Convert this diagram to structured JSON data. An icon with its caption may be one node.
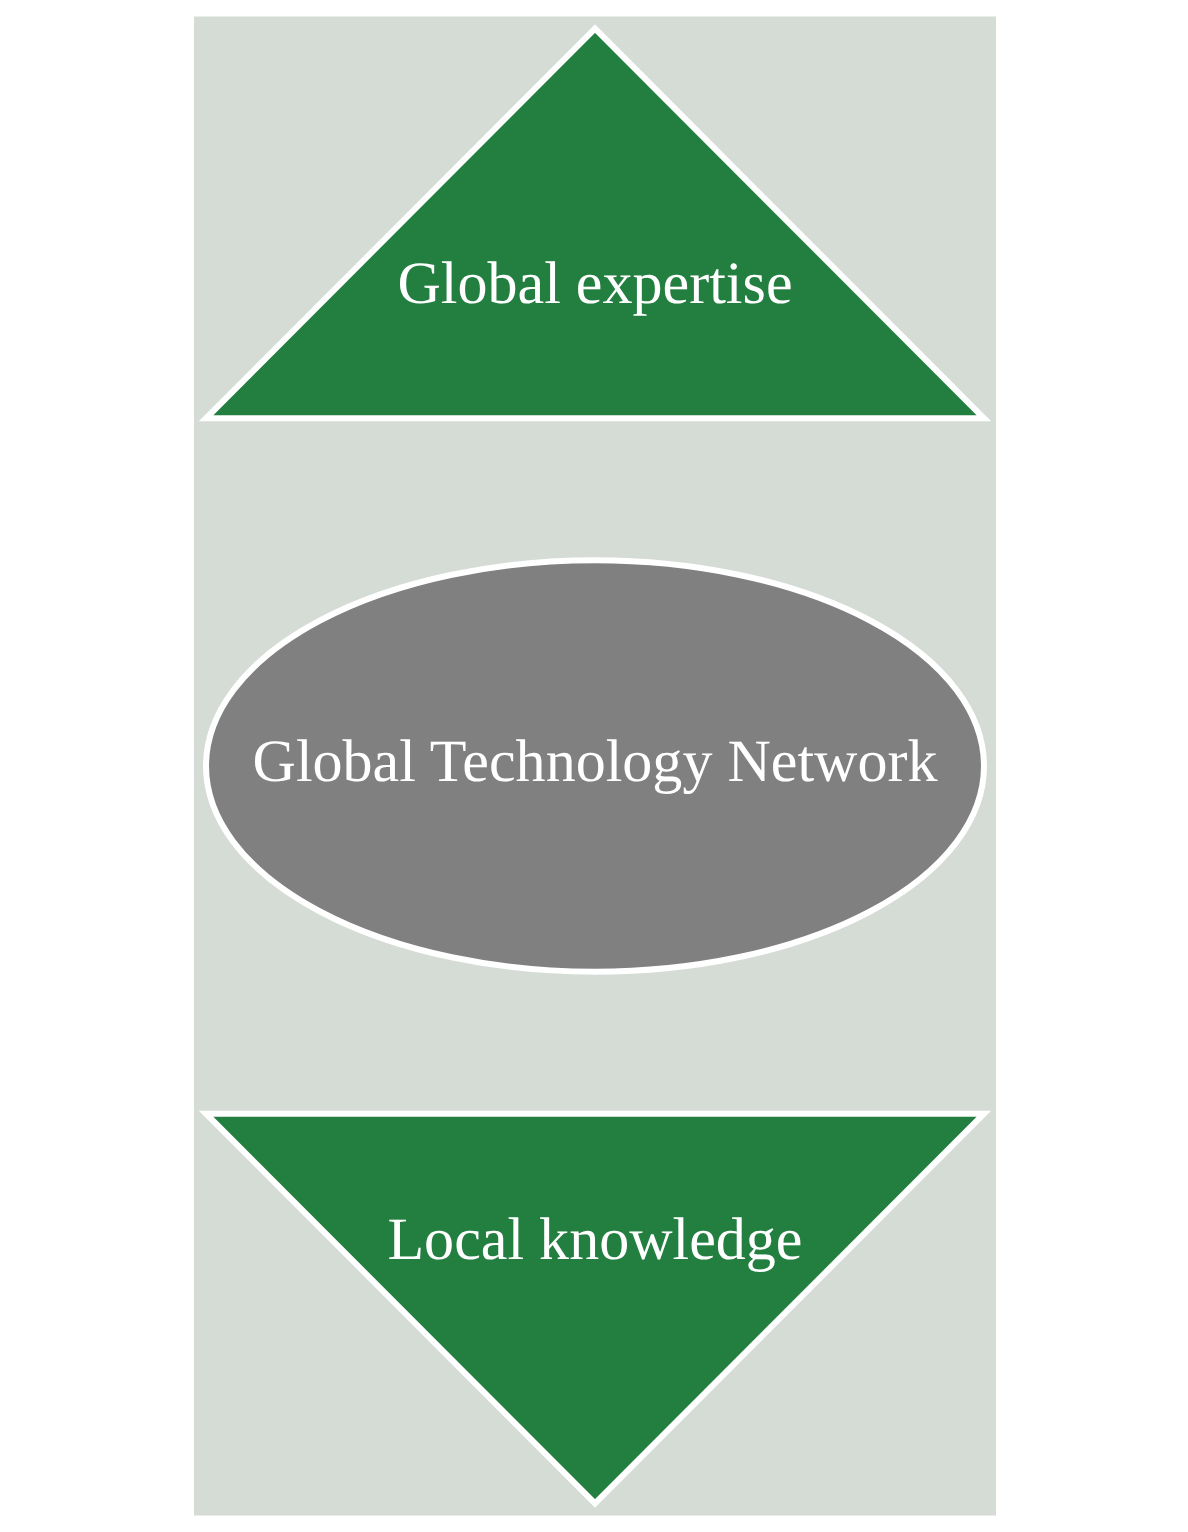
{
  "diagram": {
    "nodes": [
      {
        "text": [
          "Local knowledge"
        ]
      },
      {
        "text": [
          "Global Technology Network"
        ]
      },
      {
        "text": [
          "Global expertise"
        ]
      }
    ]
  }
}
